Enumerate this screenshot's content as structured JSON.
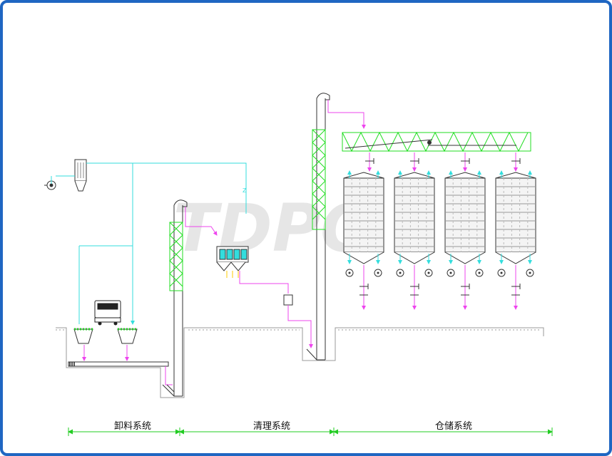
{
  "sections": [
    {
      "label": "卸料系统"
    },
    {
      "label": "清理系统"
    },
    {
      "label": "仓储系统"
    }
  ],
  "watermark": "TDPO",
  "colors": {
    "frame": "#1f66c2",
    "truss": "#22dd22",
    "air_line": "#33dddd",
    "flow_line": "#ee44ee",
    "structure": "#333333",
    "ground": "#999999",
    "dimension": "#22cc22"
  },
  "equipment_icons": [
    "fan-icon",
    "bag-filter-icon",
    "truck-icon",
    "hopper-icon",
    "screw-conveyor-icon",
    "bucket-elevator-icon",
    "cleaning-screen-icon",
    "magnet-icon",
    "belt-conveyor-icon",
    "silo-icon",
    "valve-icon",
    "arrow-icon"
  ]
}
